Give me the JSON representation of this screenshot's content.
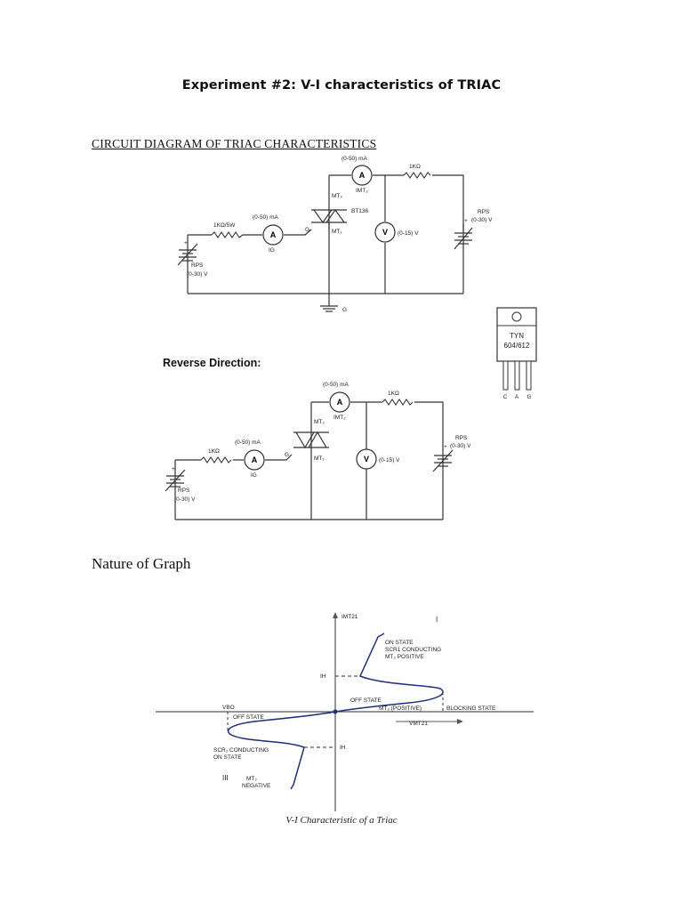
{
  "doc": {
    "title": "Experiment #2: V-I characteristics of TRIAC",
    "circuit_heading": "CIRCUIT DIAGRAM OF TRIAC  CHARACTERISTICS",
    "reverse_heading": "Reverse Direction:",
    "graph_heading": "Nature of Graph"
  },
  "circuit1": {
    "ammeter_mt_range": "(0-50) mA",
    "imt_label": "IMT₂",
    "resistor_top": "1KΩ",
    "resistor_gate": "1KΩ/5W",
    "gate_ammeter_range": "(0-50) mA",
    "ig_label": "IG",
    "device": "BT136",
    "mt2": "MT₂",
    "mt1": "MT₁",
    "gate_g": "G",
    "voltmeter_range": "(0-15) V",
    "rps_right": "RPS",
    "rps_right_range": "(0-30) V",
    "rps_left": "RPS",
    "rps_left_range": "(0-30) V",
    "ground": "G",
    "ammeter_symbol": "A",
    "voltmeter_symbol": "V"
  },
  "package": {
    "name": "TYN",
    "model": "604/612",
    "pins": [
      "C",
      "A",
      "G"
    ]
  },
  "circuit2": {
    "ammeter_mt_range": "(0-50) mA",
    "imt_label": "IMT₂",
    "resistor_top": "1KΩ",
    "resistor_gate": "1KΩ",
    "gate_ammeter_range": "(0-50) mA",
    "ig_label": "IG",
    "mt2": "MT₂",
    "mt1": "MT₁",
    "gate_g": "G",
    "voltmeter_range": "(0-15) V",
    "rps_right": "RPS",
    "rps_right_range": "(0-30) V",
    "rps_left": "RPS",
    "rps_left_range": "(0-30) V",
    "ammeter_symbol": "A",
    "voltmeter_symbol": "V"
  },
  "graph": {
    "y_axis": "IMT21",
    "x_axis": "VMT21",
    "quadrant_1": "I",
    "quadrant_3": "III",
    "ih_top": "IH",
    "ih_bottom": "IH",
    "vbo": "VBO",
    "on_state_1": "ON STATE",
    "scr1": "SCR1 CONDUCTING",
    "mt2_positive": "MT₂ POSITIVE",
    "off_state_top": "OFF STATE",
    "mt2_positive_paren": "MT₂ (POSITIVE)",
    "blocking_state": "BLOCKING STATE",
    "off_state_bottom": "OFF STATE",
    "scr2": "SCR₂ CONDUCTING",
    "on_state_2": "ON STATE",
    "mt2_neg_1": "MT₂",
    "mt2_neg_2": "NEGATIVE",
    "caption": "V-I Characteristic of a Triac"
  }
}
